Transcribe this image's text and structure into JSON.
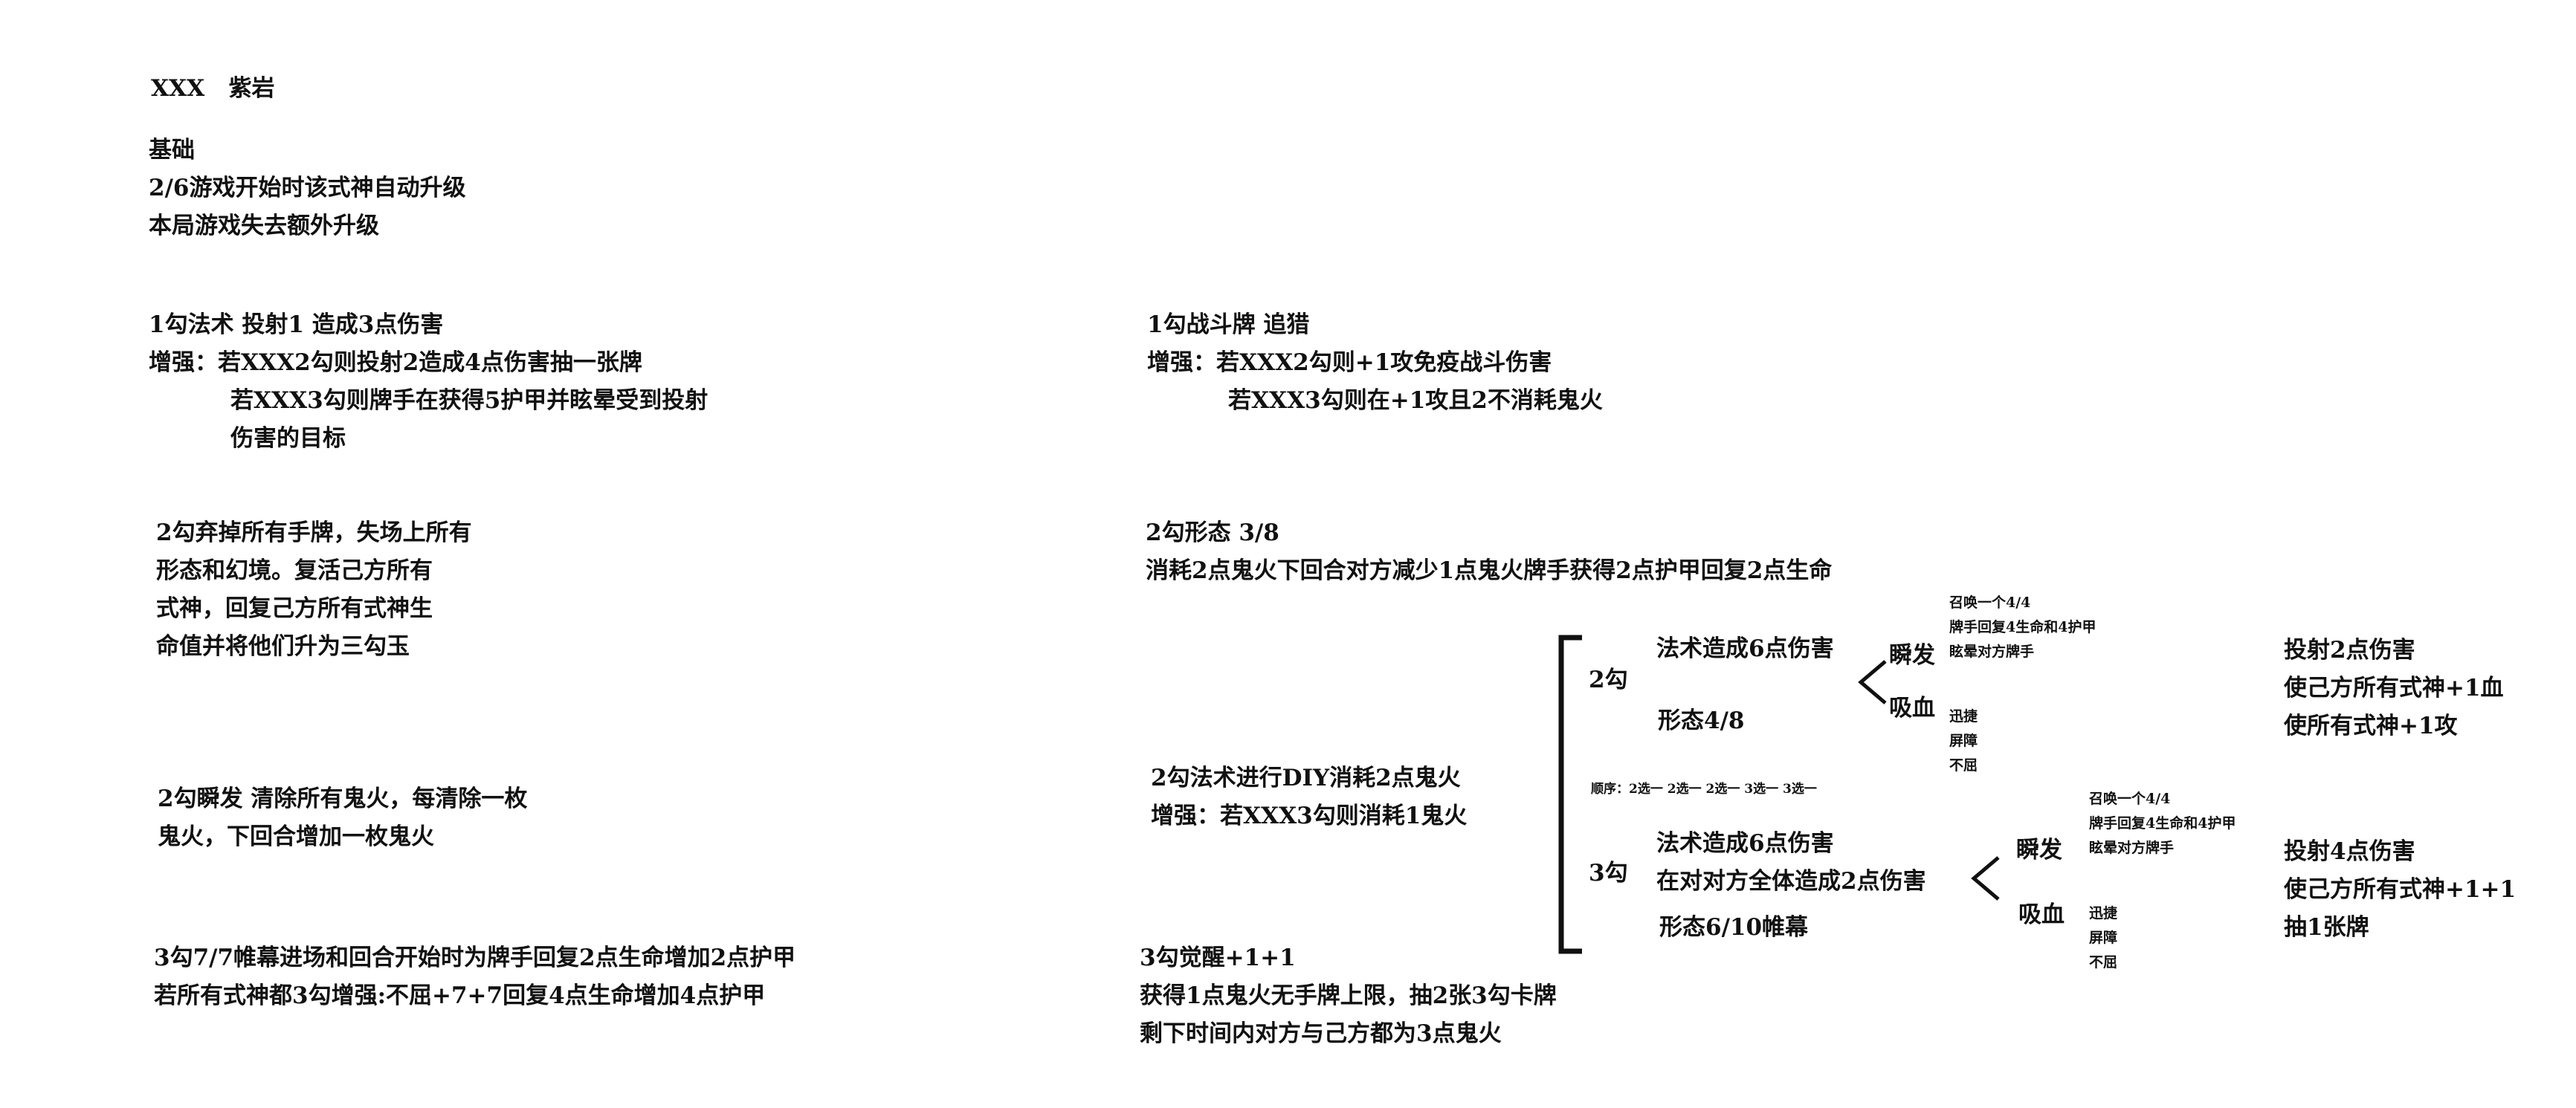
{
  "header": {
    "name": "XXX",
    "skin": "紫岩"
  },
  "basic": {
    "title": "基础",
    "lines": [
      "2/6游戏开始时该式神自动升级",
      "本局游戏失去额外升级"
    ]
  },
  "left": {
    "b1": [
      "1勾法术 投射1 造成3点伤害",
      "增强：若XXX2勾则投射2造成4点伤害抽一张牌"
    ],
    "b1_indent": [
      "若XXX3勾则牌手在获得5护甲并眩晕受到投射",
      "伤害的目标"
    ],
    "b2": [
      "2勾弃掉所有手牌，失场上所有",
      "形态和幻境。复活己方所有",
      "式神，回复己方所有式神生",
      "命值并将他们升为三勾玉"
    ],
    "b3": [
      "2勾瞬发  清除所有鬼火，每清除一枚",
      "鬼火，下回合增加一枚鬼火"
    ],
    "b4": [
      "3勾7/7帷幕进场和回合开始时为牌手回复2点生命增加2点护甲",
      "若所有式神都3勾增强:不屈+7+7回复4点生命增加4点护甲"
    ]
  },
  "right": {
    "b1": [
      "1勾战斗牌 追猎",
      "增强：若XXX2勾则+1攻免疫战斗伤害"
    ],
    "b1_indent": [
      "若XXX3勾则在+1攻且2不消耗鬼火"
    ],
    "b2": [
      "2勾形态 3/8",
      "消耗2点鬼火下回合对方减少1点鬼火牌手获得2点护甲回复2点生命"
    ],
    "b3": [
      "2勾法术进行DIY消耗2点鬼火",
      "增强：若XXX3勾则消耗1鬼火"
    ],
    "b4": [
      "3勾觉醒+1+1",
      "获得1点鬼火无手牌上限，抽2张3勾卡牌",
      "剩下时间内对方与己方都为3点鬼火"
    ]
  },
  "tree": {
    "order": "顺序：2选一  2选一 2选一 3选一 3选一",
    "level2": {
      "label": "2勾",
      "effect": "法术造成6点伤害",
      "form": "形态4/8",
      "instant": "瞬发",
      "drain": "吸血",
      "instant_opts": [
        "召唤一个4/4",
        "牌手回复4生命和4护甲",
        "眩晕对方牌手"
      ],
      "drain_opts": [
        "迅捷",
        "屏障",
        "不屈"
      ],
      "result": [
        "投射2点伤害",
        "使己方所有式神+1血",
        "使所有式神+1攻"
      ]
    },
    "level3": {
      "label": "3勾",
      "effect": [
        "法术造成6点伤害",
        "在对对方全体造成2点伤害"
      ],
      "form": "形态6/10帷幕",
      "instant": "瞬发",
      "drain": "吸血",
      "instant_opts": [
        "召唤一个4/4",
        "牌手回复4生命和4护甲",
        "眩晕对方牌手"
      ],
      "drain_opts": [
        "迅捷",
        "屏障",
        "不屈"
      ],
      "result": [
        "投射4点伤害",
        "使己方所有式神+1+1",
        "抽1张牌"
      ]
    }
  }
}
